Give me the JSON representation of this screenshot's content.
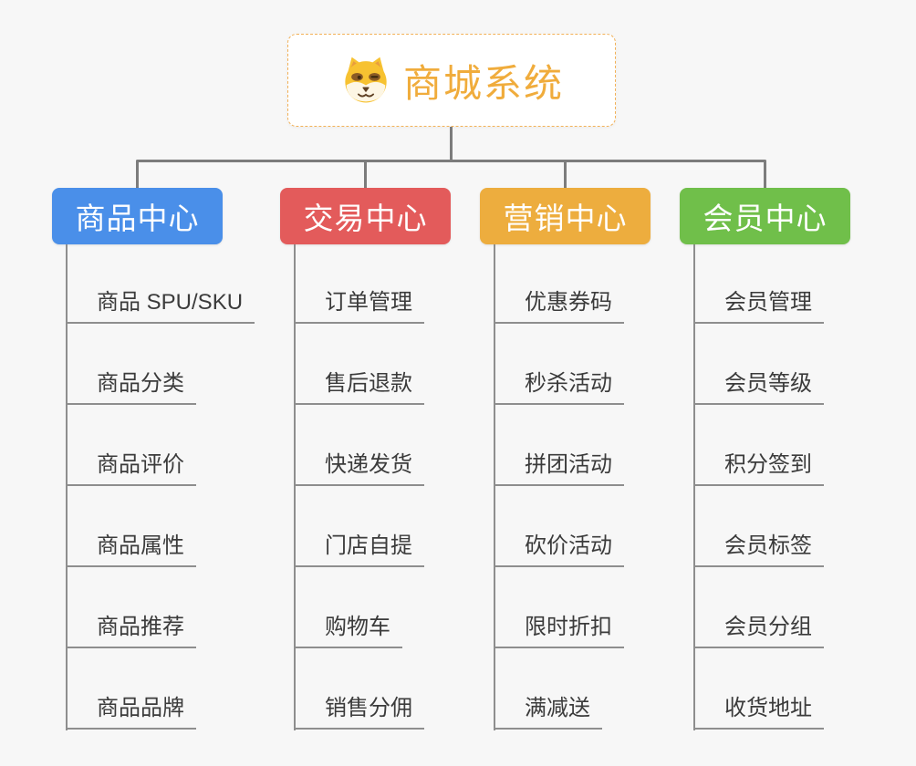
{
  "root": {
    "title": "商城系统",
    "icon": "shiba-dog-icon",
    "accent_color": "#f0ac3c",
    "border_color": "#f2b157"
  },
  "connector_color": "#7c7c7c",
  "branches": [
    {
      "label": "商品中心",
      "color": "#4a8fe9",
      "children": [
        "商品 SPU/SKU",
        "商品分类",
        "商品评价",
        "商品属性",
        "商品推荐",
        "商品品牌"
      ]
    },
    {
      "label": "交易中心",
      "color": "#e35b5b",
      "children": [
        "订单管理",
        "售后退款",
        "快递发货",
        "门店自提",
        "购物车",
        "销售分佣"
      ]
    },
    {
      "label": "营销中心",
      "color": "#edad3e",
      "children": [
        "优惠券码",
        "秒杀活动",
        "拼团活动",
        "砍价活动",
        "限时折扣",
        "满减送"
      ]
    },
    {
      "label": "会员中心",
      "color": "#70bf4a",
      "children": [
        "会员管理",
        "会员等级",
        "积分签到",
        "会员标签",
        "会员分组",
        "收货地址"
      ]
    }
  ]
}
